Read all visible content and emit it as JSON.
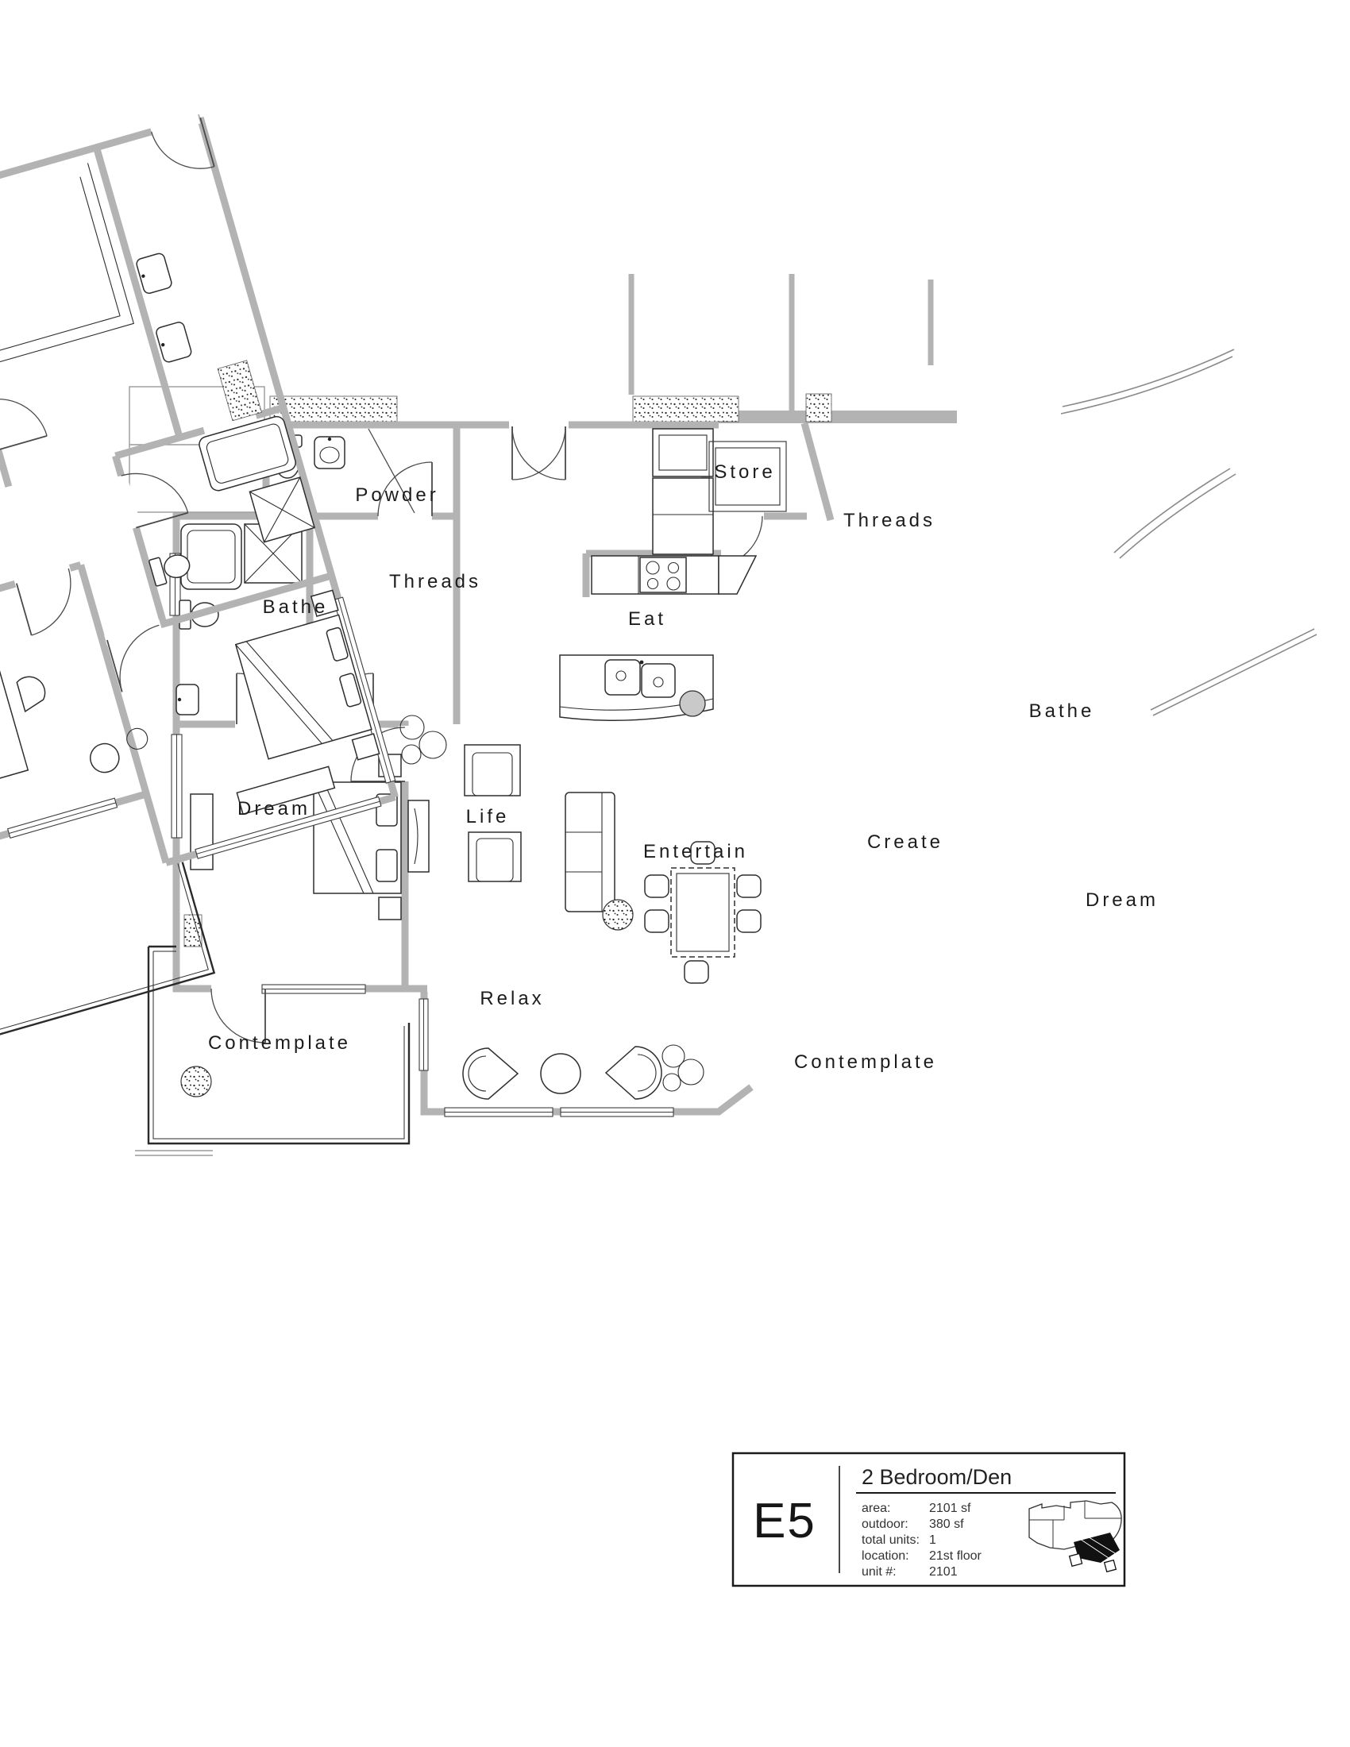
{
  "document": {
    "background": "#ffffff",
    "wall_color": "#b3b3b3",
    "line_color": "#2e2e2e",
    "text_color": "#1c1c1c"
  },
  "floor_plan": {
    "rooms": {
      "powder": "Powder",
      "store": "Store",
      "threads_master": "Threads",
      "threads_second": "Threads",
      "bathe_second": "Bathe",
      "bathe_master": "Bathe",
      "eat": "Eat",
      "life": "Life",
      "entertain": "Entertain",
      "create": "Create",
      "relax": "Relax",
      "dream_second": "Dream",
      "dream_master": "Dream",
      "terrace_west": "Contemplate",
      "terrace_east": "Contemplate"
    }
  },
  "title_block": {
    "unit_code": "E5",
    "unit_type": "2 Bedroom/Den",
    "details": [
      {
        "label": "area:",
        "value": "2101 sf"
      },
      {
        "label": "outdoor:",
        "value": "380 sf"
      },
      {
        "label": "total units:",
        "value": "1"
      },
      {
        "label": "location:",
        "value": "21st floor"
      },
      {
        "label": "unit #:",
        "value": "2101"
      }
    ]
  }
}
